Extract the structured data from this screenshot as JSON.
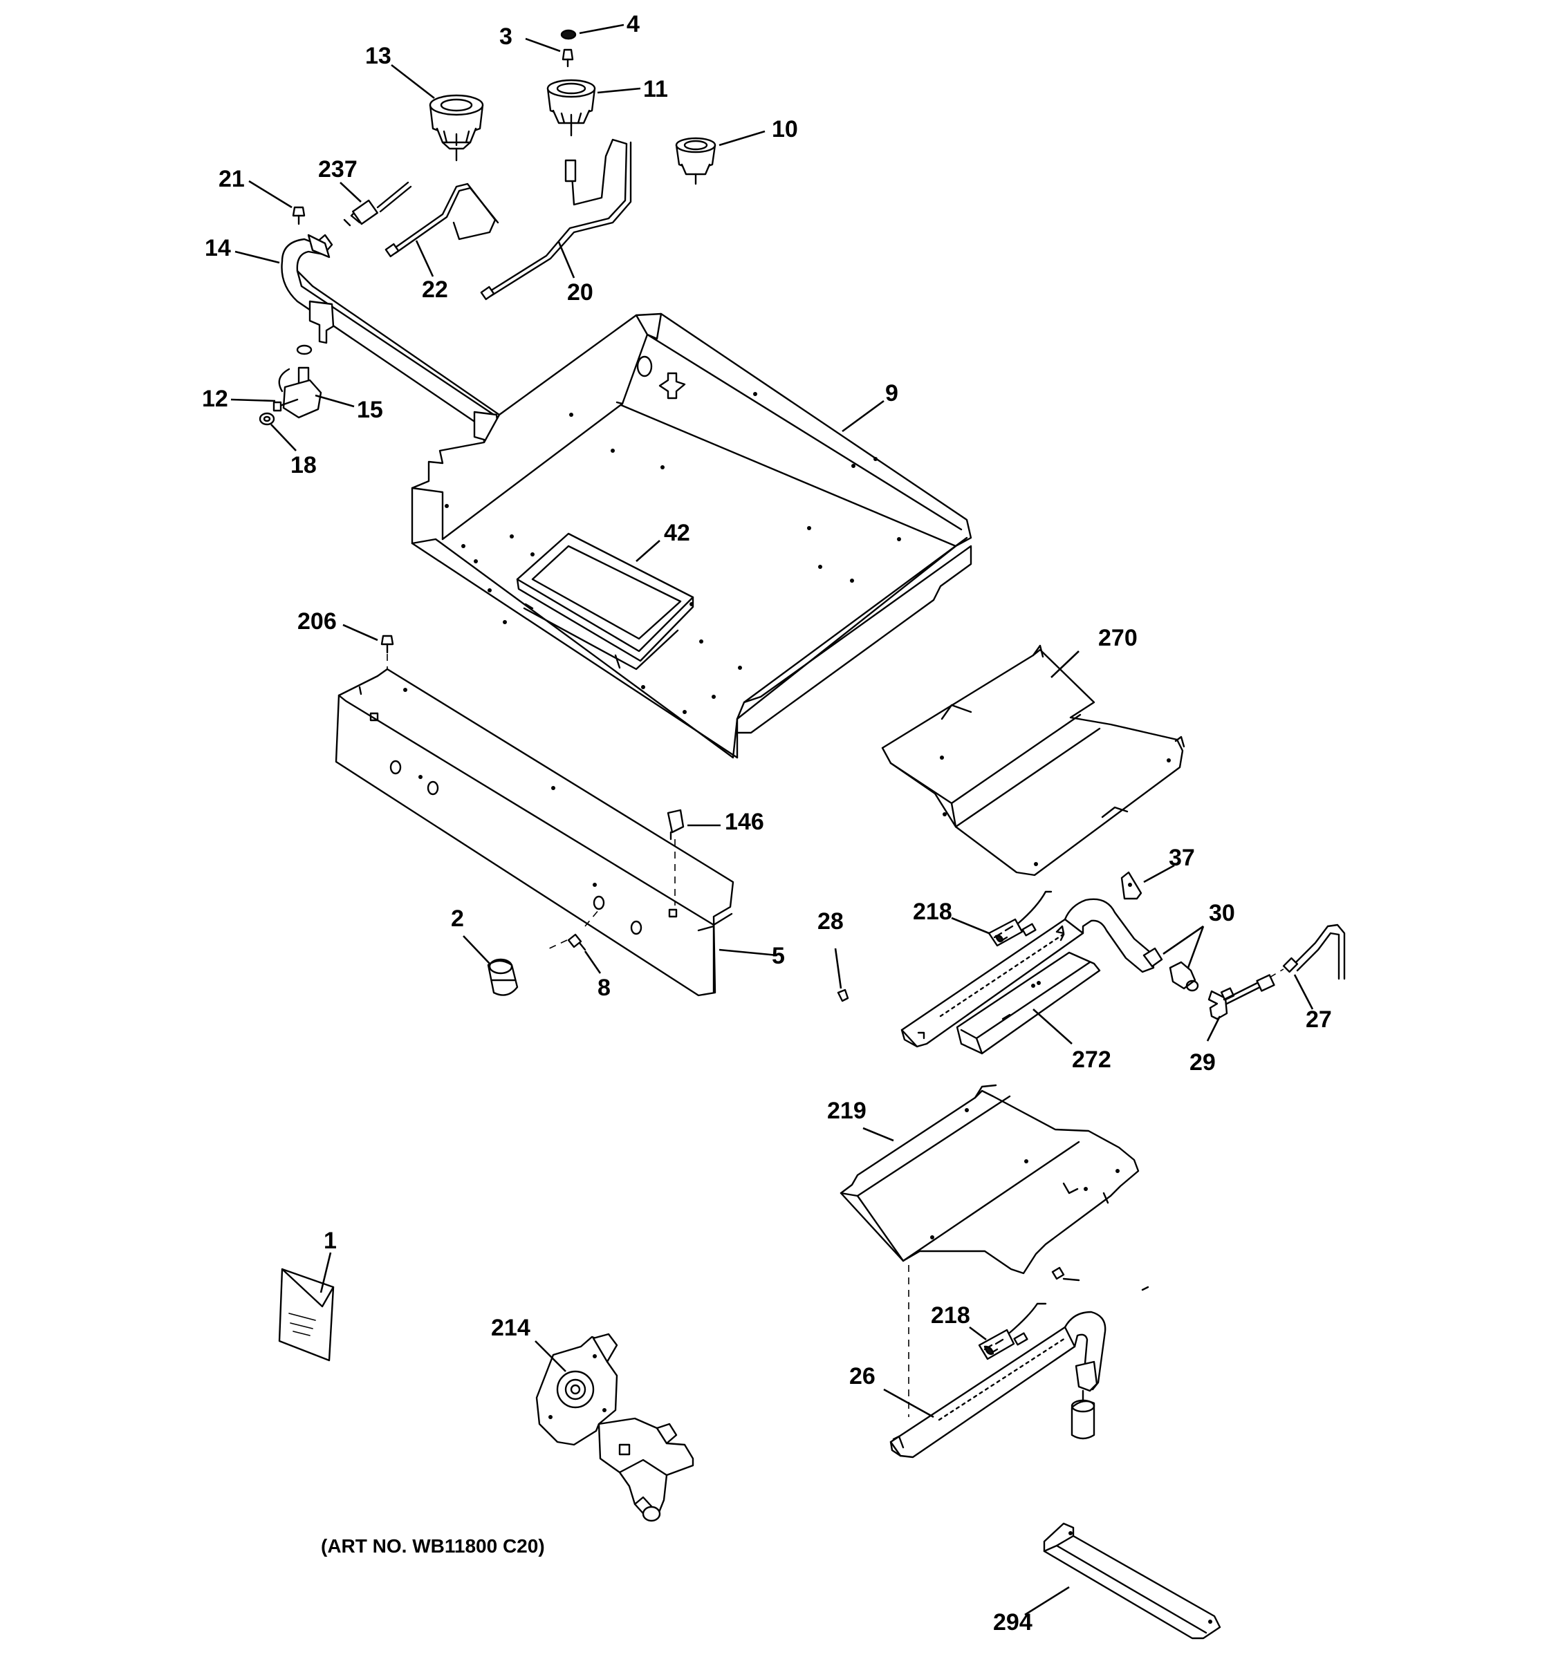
{
  "diagram": {
    "art_number": "(ART NO. WB11800 C20)",
    "callouts": [
      {
        "id": "c-13",
        "label": "13"
      },
      {
        "id": "c-3",
        "label": "3"
      },
      {
        "id": "c-4",
        "label": "4"
      },
      {
        "id": "c-11",
        "label": "11"
      },
      {
        "id": "c-10",
        "label": "10"
      },
      {
        "id": "c-21",
        "label": "21"
      },
      {
        "id": "c-237",
        "label": "237"
      },
      {
        "id": "c-14",
        "label": "14"
      },
      {
        "id": "c-22",
        "label": "22"
      },
      {
        "id": "c-20",
        "label": "20"
      },
      {
        "id": "c-9",
        "label": "9"
      },
      {
        "id": "c-12",
        "label": "12"
      },
      {
        "id": "c-15",
        "label": "15"
      },
      {
        "id": "c-18",
        "label": "18"
      },
      {
        "id": "c-42",
        "label": "42"
      },
      {
        "id": "c-206",
        "label": "206"
      },
      {
        "id": "c-270",
        "label": "270"
      },
      {
        "id": "c-146",
        "label": "146"
      },
      {
        "id": "c-37",
        "label": "37"
      },
      {
        "id": "c-218a",
        "label": "218"
      },
      {
        "id": "c-30",
        "label": "30"
      },
      {
        "id": "c-2",
        "label": "2"
      },
      {
        "id": "c-28",
        "label": "28"
      },
      {
        "id": "c-5",
        "label": "5"
      },
      {
        "id": "c-8",
        "label": "8"
      },
      {
        "id": "c-27",
        "label": "27"
      },
      {
        "id": "c-272",
        "label": "272"
      },
      {
        "id": "c-29",
        "label": "29"
      },
      {
        "id": "c-219",
        "label": "219"
      },
      {
        "id": "c-1",
        "label": "1"
      },
      {
        "id": "c-214",
        "label": "214"
      },
      {
        "id": "c-218b",
        "label": "218"
      },
      {
        "id": "c-26",
        "label": "26"
      },
      {
        "id": "c-294",
        "label": "294"
      }
    ]
  }
}
